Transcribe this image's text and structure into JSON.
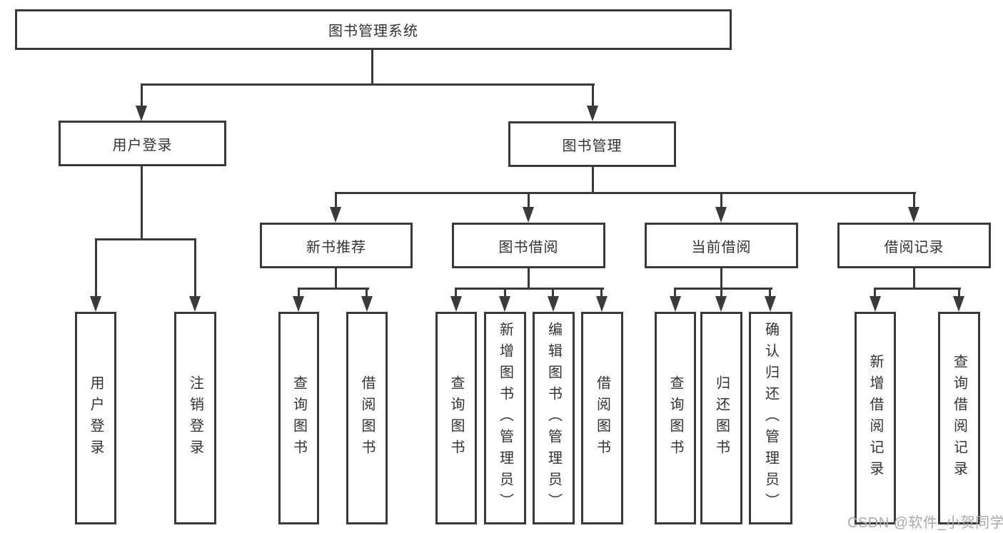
{
  "tree": {
    "root": {
      "label": "图书管理系统",
      "children": [
        {
          "label": "用户登录",
          "children": [
            {
              "label": "用户登录"
            },
            {
              "label": "注销登录"
            }
          ]
        },
        {
          "label": "图书管理",
          "children": [
            {
              "label": "新书推荐",
              "children": [
                {
                  "label": "查询图书"
                },
                {
                  "label": "借阅图书"
                }
              ]
            },
            {
              "label": "图书借阅",
              "children": [
                {
                  "label": "查询图书"
                },
                {
                  "label": "新增图书（管理员）"
                },
                {
                  "label": "编辑图书（管理员）"
                },
                {
                  "label": "借阅图书"
                }
              ]
            },
            {
              "label": "当前借阅",
              "children": [
                {
                  "label": "查询图书"
                },
                {
                  "label": "归还图书"
                },
                {
                  "label": "确认归还（管理员）"
                }
              ]
            },
            {
              "label": "借阅记录",
              "children": [
                {
                  "label": "新增借阅记录"
                },
                {
                  "label": "查询借阅记录"
                }
              ]
            }
          ]
        }
      ]
    }
  },
  "watermark": "CSDN @软件_小贺同学",
  "colors": {
    "line": "#3a3a3a",
    "text": "#333333",
    "watermark": "#a9a9a9",
    "background": "#ffffff"
  }
}
